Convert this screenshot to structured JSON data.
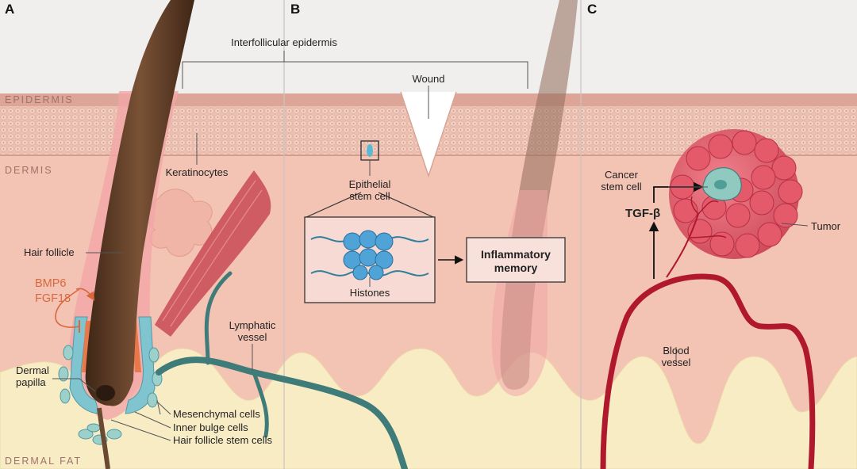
{
  "panels": {
    "a": "A",
    "b": "B",
    "c": "C"
  },
  "layers": {
    "epidermis": "EPIDERMIS",
    "dermis": "DERMIS",
    "dermal_fat": "DERMAL FAT"
  },
  "labels": {
    "interfollicular_epidermis": "Interfollicular epidermis",
    "wound": "Wound",
    "keratinocytes": "Keratinocytes",
    "epithelial_stem_cell_1": "Epithelial",
    "epithelial_stem_cell_2": "stem cell",
    "histones": "Histones",
    "inflammatory_memory_1": "Inflammatory",
    "inflammatory_memory_2": "memory",
    "hair_follicle": "Hair follicle",
    "bmp6": "BMP6",
    "fgf18": "FGF18",
    "dermal_papilla_1": "Dermal",
    "dermal_papilla_2": "papilla",
    "lymphatic_vessel_1": "Lymphatic",
    "lymphatic_vessel_2": "vessel",
    "mesenchymal_cells": "Mesenchymal cells",
    "inner_bulge_cells": "Inner bulge cells",
    "hair_follicle_stem_cells": "Hair follicle stem cells",
    "cancer_stem_cell_1": "Cancer",
    "cancer_stem_cell_2": "stem cell",
    "tgf_beta": "TGF-β",
    "tumor": "Tumor",
    "blood_vessel_1": "Blood",
    "blood_vessel_2": "vessel"
  },
  "colors": {
    "epidermis": "#eab8a8",
    "dermis": "#f3c2b4",
    "dermal_fat": "#f8ecc4",
    "hair_shaft": "#5a3a26",
    "tumor": "#d9475a",
    "blood_vessel": "#b0182e",
    "lymphatic": "#3f7b78",
    "stem_cell": "#7fc4cf",
    "signal": "#d9683c"
  }
}
